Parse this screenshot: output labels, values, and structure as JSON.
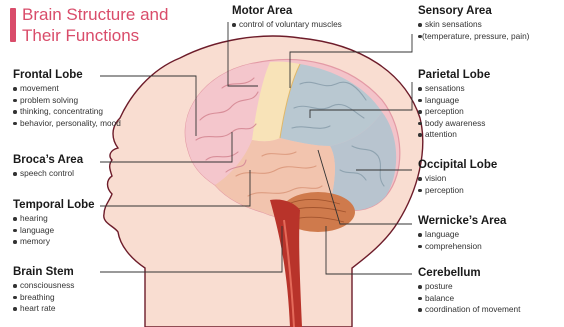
{
  "title": "Brain Structure and\nTheir Functions",
  "colors": {
    "accent": "#d94c6a",
    "skin": "#f9ddd1",
    "frontal": "#f4c6cc",
    "motor": "#f8e3b8",
    "parietal": "#b9c8d1",
    "occipital": "#b8c4cf",
    "temporal": "#f2c4ae",
    "cerebellum": "#cf7a4c",
    "stem": "#b8332a"
  },
  "labels": {
    "frontal": {
      "title": "Frontal Lobe",
      "items": [
        "movement",
        "problem solving",
        "thinking, concentrating",
        "behavior, personality, mood"
      ]
    },
    "broca": {
      "title": "Broca’s Area",
      "items": [
        "speech control"
      ]
    },
    "temporal": {
      "title": "Temporal Lobe",
      "items": [
        "hearing",
        "language",
        "memory"
      ]
    },
    "stem": {
      "title": "Brain Stem",
      "items": [
        "consciousness",
        "breathing",
        "heart rate"
      ]
    },
    "motor": {
      "title": "Motor Area",
      "items": [
        "control of voluntary muscles"
      ]
    },
    "sensory": {
      "title": "Sensory Area",
      "items": [
        "skin sensations",
        "(temperature, pressure, pain)"
      ]
    },
    "parietal": {
      "title": "Parietal Lobe",
      "items": [
        "sensations",
        "language",
        "perception",
        "body awareness",
        "attention"
      ]
    },
    "occipital": {
      "title": "Occipital Lobe",
      "items": [
        "vision",
        "perception"
      ]
    },
    "wernicke": {
      "title": "Wernicke’s Area",
      "items": [
        "language",
        "comprehension"
      ]
    },
    "cerebellum": {
      "title": "Cerebellum",
      "items": [
        "posture",
        "balance",
        "coordination of movement"
      ]
    }
  }
}
